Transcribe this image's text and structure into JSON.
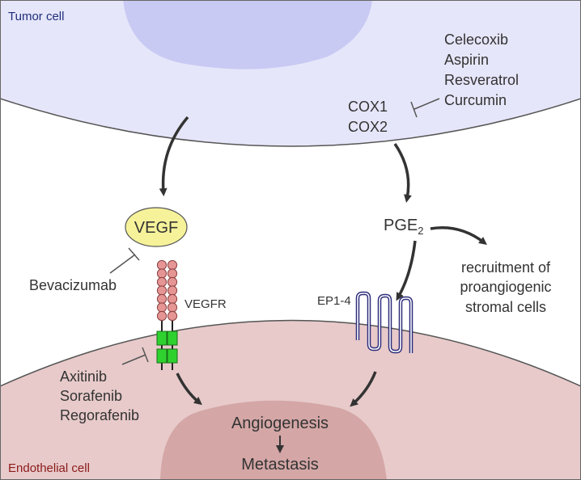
{
  "tumor_cell": {
    "label": "Tumor cell",
    "membrane_color": "#e6e6fa",
    "nucleus_color": "#c8caf3"
  },
  "endothelial_cell": {
    "label": "Endothelial cell",
    "membrane_color": "#e8caca",
    "nucleus_color": "#d4a6a6"
  },
  "inhibitors": {
    "cox": [
      "Celecoxib",
      "Aspirin",
      "Resveratrol",
      "Curcumin"
    ],
    "vegf": "Bevacizumab",
    "vegfr": [
      "Axitinib",
      "Sorafenib",
      "Regorafenib"
    ]
  },
  "enzymes": [
    "COX1",
    "COX2"
  ],
  "molecules": {
    "vegf": "VEGF",
    "vegf_color": "#f6f29a",
    "vegfr": "VEGFR",
    "pge2_base": "PGE",
    "pge2_sub": "2",
    "ep_receptor": "EP1-4"
  },
  "outcomes": {
    "recruitment": [
      "recruitment of",
      "proangiogenic",
      "stromal cells"
    ],
    "angiogenesis": "Angiogenesis",
    "metastasis": "Metastasis"
  }
}
